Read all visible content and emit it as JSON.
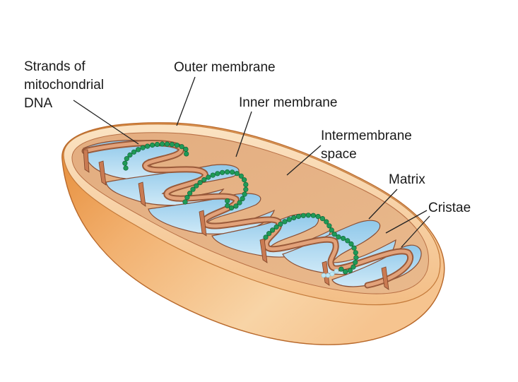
{
  "colors": {
    "outer_membrane_light": "#f6c48a",
    "outer_membrane_dark": "#d9792a",
    "inner_membrane": "#c9815b",
    "matrix": "#a9d6ee",
    "dna": "#1f9a57",
    "line": "#222222"
  },
  "labels": {
    "strands": {
      "line1": "Strands of",
      "line2": "mitochondrial",
      "line3": "DNA"
    },
    "outer_membrane": "Outer membrane",
    "inner_membrane": "Inner membrane",
    "intermembrane": {
      "line1": "Intermembrane",
      "line2": "space"
    },
    "matrix": "Matrix",
    "cristae": "Cristae"
  }
}
